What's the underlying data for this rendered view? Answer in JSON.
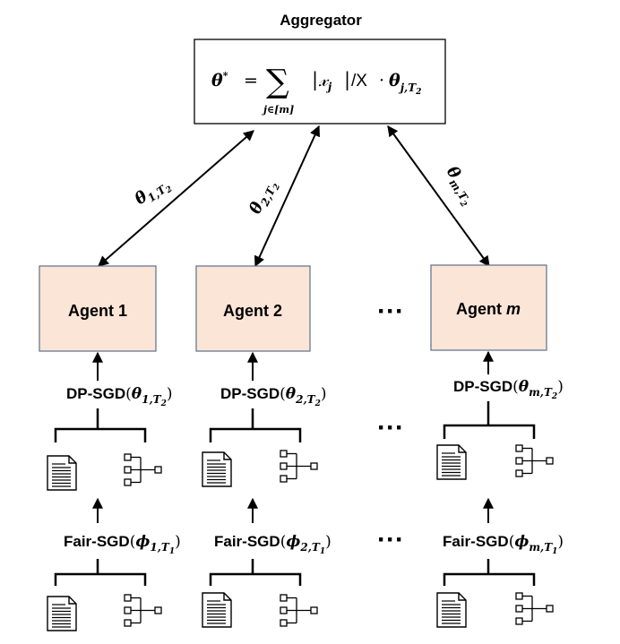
{
  "aggregator": {
    "title": "Aggregator",
    "formula": {
      "lhs": "θ",
      "star": "*",
      "eq": "=",
      "sum": "∑",
      "sum_index": "j∈[m]",
      "abs_open": "|",
      "x": "𝓍",
      "x_sub": "j",
      "abs_close": "|",
      "div_x": "/X",
      "dot": "·",
      "theta": "θ",
      "theta_sub": "j,T",
      "theta_sub2": "2"
    }
  },
  "links": [
    {
      "theta": "θ",
      "sub": "1,T",
      "sub2": "2"
    },
    {
      "theta": "θ",
      "sub": "2,T",
      "sub2": "2"
    },
    {
      "theta": "θ",
      "sub": "m,T",
      "sub2": "2"
    }
  ],
  "agents": [
    {
      "label": "Agent 1",
      "italic": ""
    },
    {
      "label": "Agent 2",
      "italic": ""
    },
    {
      "label": "Agent ",
      "italic": "m"
    }
  ],
  "dp_sgd": [
    {
      "name": "DP-SGD",
      "open": "(",
      "symbol": "θ",
      "sub": "1,T",
      "sub2": "2",
      "close": ")"
    },
    {
      "name": "DP-SGD",
      "open": "(",
      "symbol": "θ",
      "sub": "2,T",
      "sub2": "2",
      "close": ")"
    },
    {
      "name": "DP-SGD",
      "open": "(",
      "symbol": "θ",
      "sub": "m,T",
      "sub2": "2",
      "close": ")"
    }
  ],
  "fair_sgd": [
    {
      "name": "Fair-SGD",
      "open": "(",
      "symbol": "ϕ",
      "sub": "1,T",
      "sub2": "1",
      "close": ")"
    },
    {
      "name": "Fair-SGD",
      "open": "(",
      "symbol": "ϕ",
      "sub": "2,T",
      "sub2": "1",
      "close": ")"
    },
    {
      "name": "Fair-SGD",
      "open": "(",
      "symbol": "ϕ",
      "sub": "m,T",
      "sub2": "1",
      "close": ")"
    }
  ],
  "ellipsis": "···",
  "icons": [
    "document-icon",
    "hierarchy-icon"
  ],
  "colors": {
    "agent_fill": "#fbe5d6",
    "agent_border": "#5a6f8c",
    "line": "#000000"
  }
}
